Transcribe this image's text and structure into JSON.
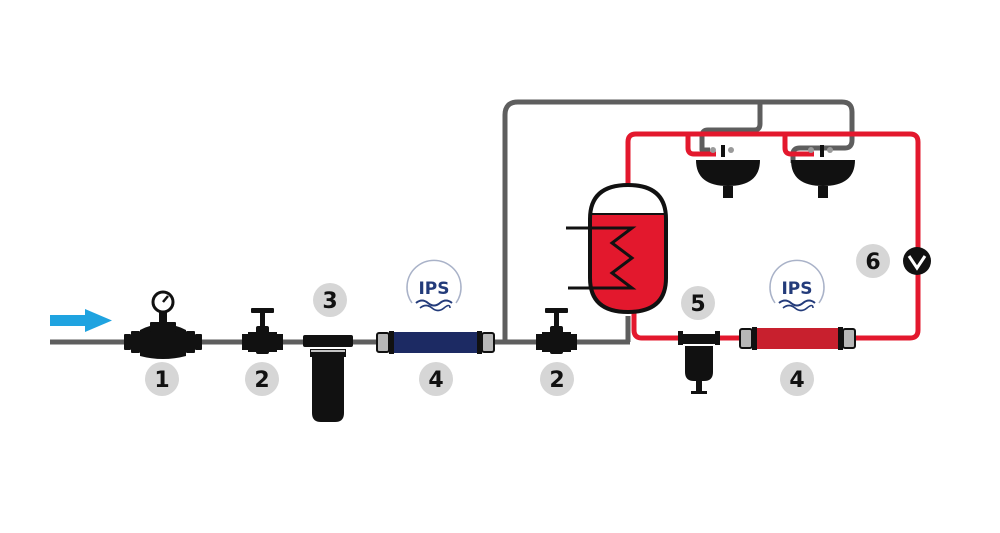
{
  "colors": {
    "cold_pipe": "#5e5e5e",
    "hot_pipe": "#e3182d",
    "inlet_arrow": "#1fa3e0",
    "device": "#111111",
    "badge_bg": "#d6d6d6",
    "badge_text": "#111111",
    "filter_cold": "#1c2a63",
    "filter_hot": "#c8202e",
    "logo_blue": "#233b7a",
    "fitting_grey": "#b7b7b7",
    "tank_fill": "#e3182d"
  },
  "labels": {
    "meter": "1",
    "valve_inlet": "2",
    "prefilter": "3",
    "ips_cold": "4",
    "valve_tank": "2",
    "filter_hot_loop": "5",
    "ips_hot": "4",
    "pump": "6"
  },
  "logos": {
    "ips_cold": "IPS",
    "ips_hot": "IPS"
  },
  "icons": {
    "inlet": "arrow-right-icon",
    "meter": "water-meter-icon",
    "valve": "gate-valve-icon",
    "prefilter": "cartridge-filter-icon",
    "tank": "boiler-tank-icon",
    "heat_exchanger": "coil-icon",
    "sink": "washbasin-icon",
    "pump": "circulation-pump-icon",
    "logo": "ips-wave-logo-icon"
  }
}
